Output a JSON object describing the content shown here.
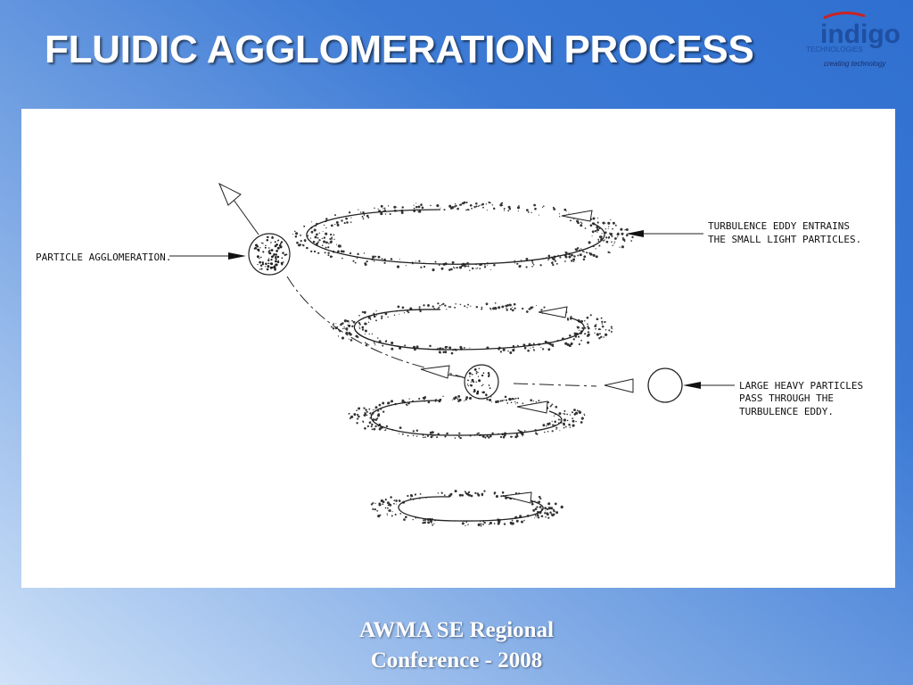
{
  "slide": {
    "title": "FLUIDIC AGGLOMERATION PROCESS",
    "footer_line1": "AWMA SE Regional",
    "footer_line2": "Conference - 2008"
  },
  "logo": {
    "name": "indigo",
    "subtitle": "TECHNOLOGIES",
    "tagline": "creating technology",
    "colors": {
      "text": "#1e4fa3",
      "accent": "#cc2222",
      "tagline": "#1a2f6a"
    }
  },
  "diagram": {
    "labels": {
      "particle_agglomeration": "PARTICLE AGGLOMERATION.",
      "eddy_line1": "TURBULENCE EDDY ENTRAINS",
      "eddy_line2": "THE SMALL LIGHT PARTICLES.",
      "heavy_line1": "LARGE HEAVY PARTICLES",
      "heavy_line2": "PASS THROUGH THE",
      "heavy_line3": "TURBULENCE EDDY."
    }
  }
}
